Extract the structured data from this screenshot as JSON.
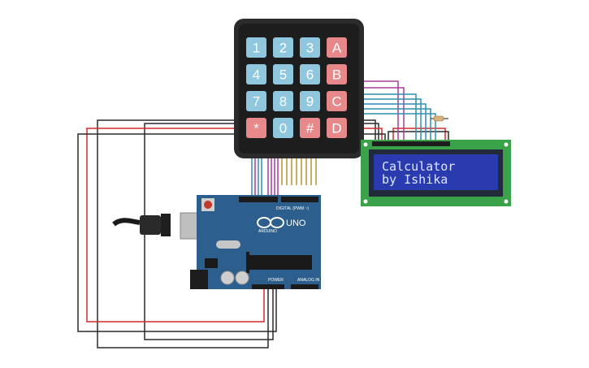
{
  "lcd": {
    "line1": "Calculator",
    "line2": "by Ishika"
  },
  "keypad": {
    "keys": [
      {
        "label": "1",
        "type": "digit"
      },
      {
        "label": "2",
        "type": "digit"
      },
      {
        "label": "3",
        "type": "digit"
      },
      {
        "label": "A",
        "type": "letter"
      },
      {
        "label": "4",
        "type": "digit"
      },
      {
        "label": "5",
        "type": "digit"
      },
      {
        "label": "6",
        "type": "digit"
      },
      {
        "label": "B",
        "type": "letter"
      },
      {
        "label": "7",
        "type": "digit"
      },
      {
        "label": "8",
        "type": "digit"
      },
      {
        "label": "9",
        "type": "digit"
      },
      {
        "label": "C",
        "type": "letter"
      },
      {
        "label": "*",
        "type": "symbol"
      },
      {
        "label": "0",
        "type": "digit"
      },
      {
        "label": "#",
        "type": "symbol"
      },
      {
        "label": "D",
        "type": "letter"
      }
    ]
  },
  "arduino": {
    "model": "UNO",
    "brand": "ARDUINO",
    "digital_label": "DIGITAL (PWM ~)",
    "power_label": "POWER",
    "analog_label": "ANALOG IN"
  },
  "colors": {
    "board": "#2c5f8d",
    "keypad_body": "#2b2b2b",
    "digit_key": "#8fc7de",
    "letter_key": "#e7888b",
    "lcd_pcb": "#3aa349",
    "lcd_screen": "#2a3bb0",
    "wire_red": "#d62a2a",
    "wire_black": "#2a2a2a",
    "wire_magenta": "#a53d9c",
    "wire_cyan": "#2f8fb0"
  }
}
